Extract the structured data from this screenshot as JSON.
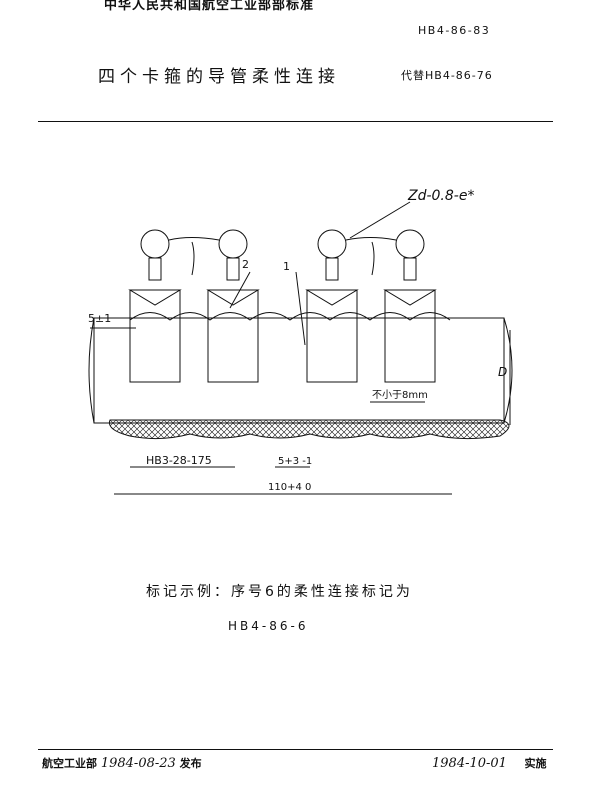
{
  "header": {
    "organization": "中华人民共和国航空工业部部标准",
    "standard_number": "HB4-86-83",
    "title": "四个卡箍的导管柔性连接",
    "supersedes": "代替HB4-86-76"
  },
  "drawing": {
    "callout_spec": "Zd-0.8-e*",
    "label_1": "1",
    "label_2": "2",
    "dim_5": "5±1",
    "dim_D": "D",
    "note_min": "不小于8mm",
    "part_ref": "HB3-28-175",
    "dim_5_tol": "5+3 -1",
    "dim_110": "110+4 0"
  },
  "example": {
    "text": "标记示例：序号6的柔性连接标记为",
    "code": "HB4-86-6"
  },
  "footer": {
    "issuer": "航空工业部",
    "issue_date": "1984-08-23",
    "issue_word": "发布",
    "implement_date": "1984-10-01",
    "implement_word": "实施"
  }
}
